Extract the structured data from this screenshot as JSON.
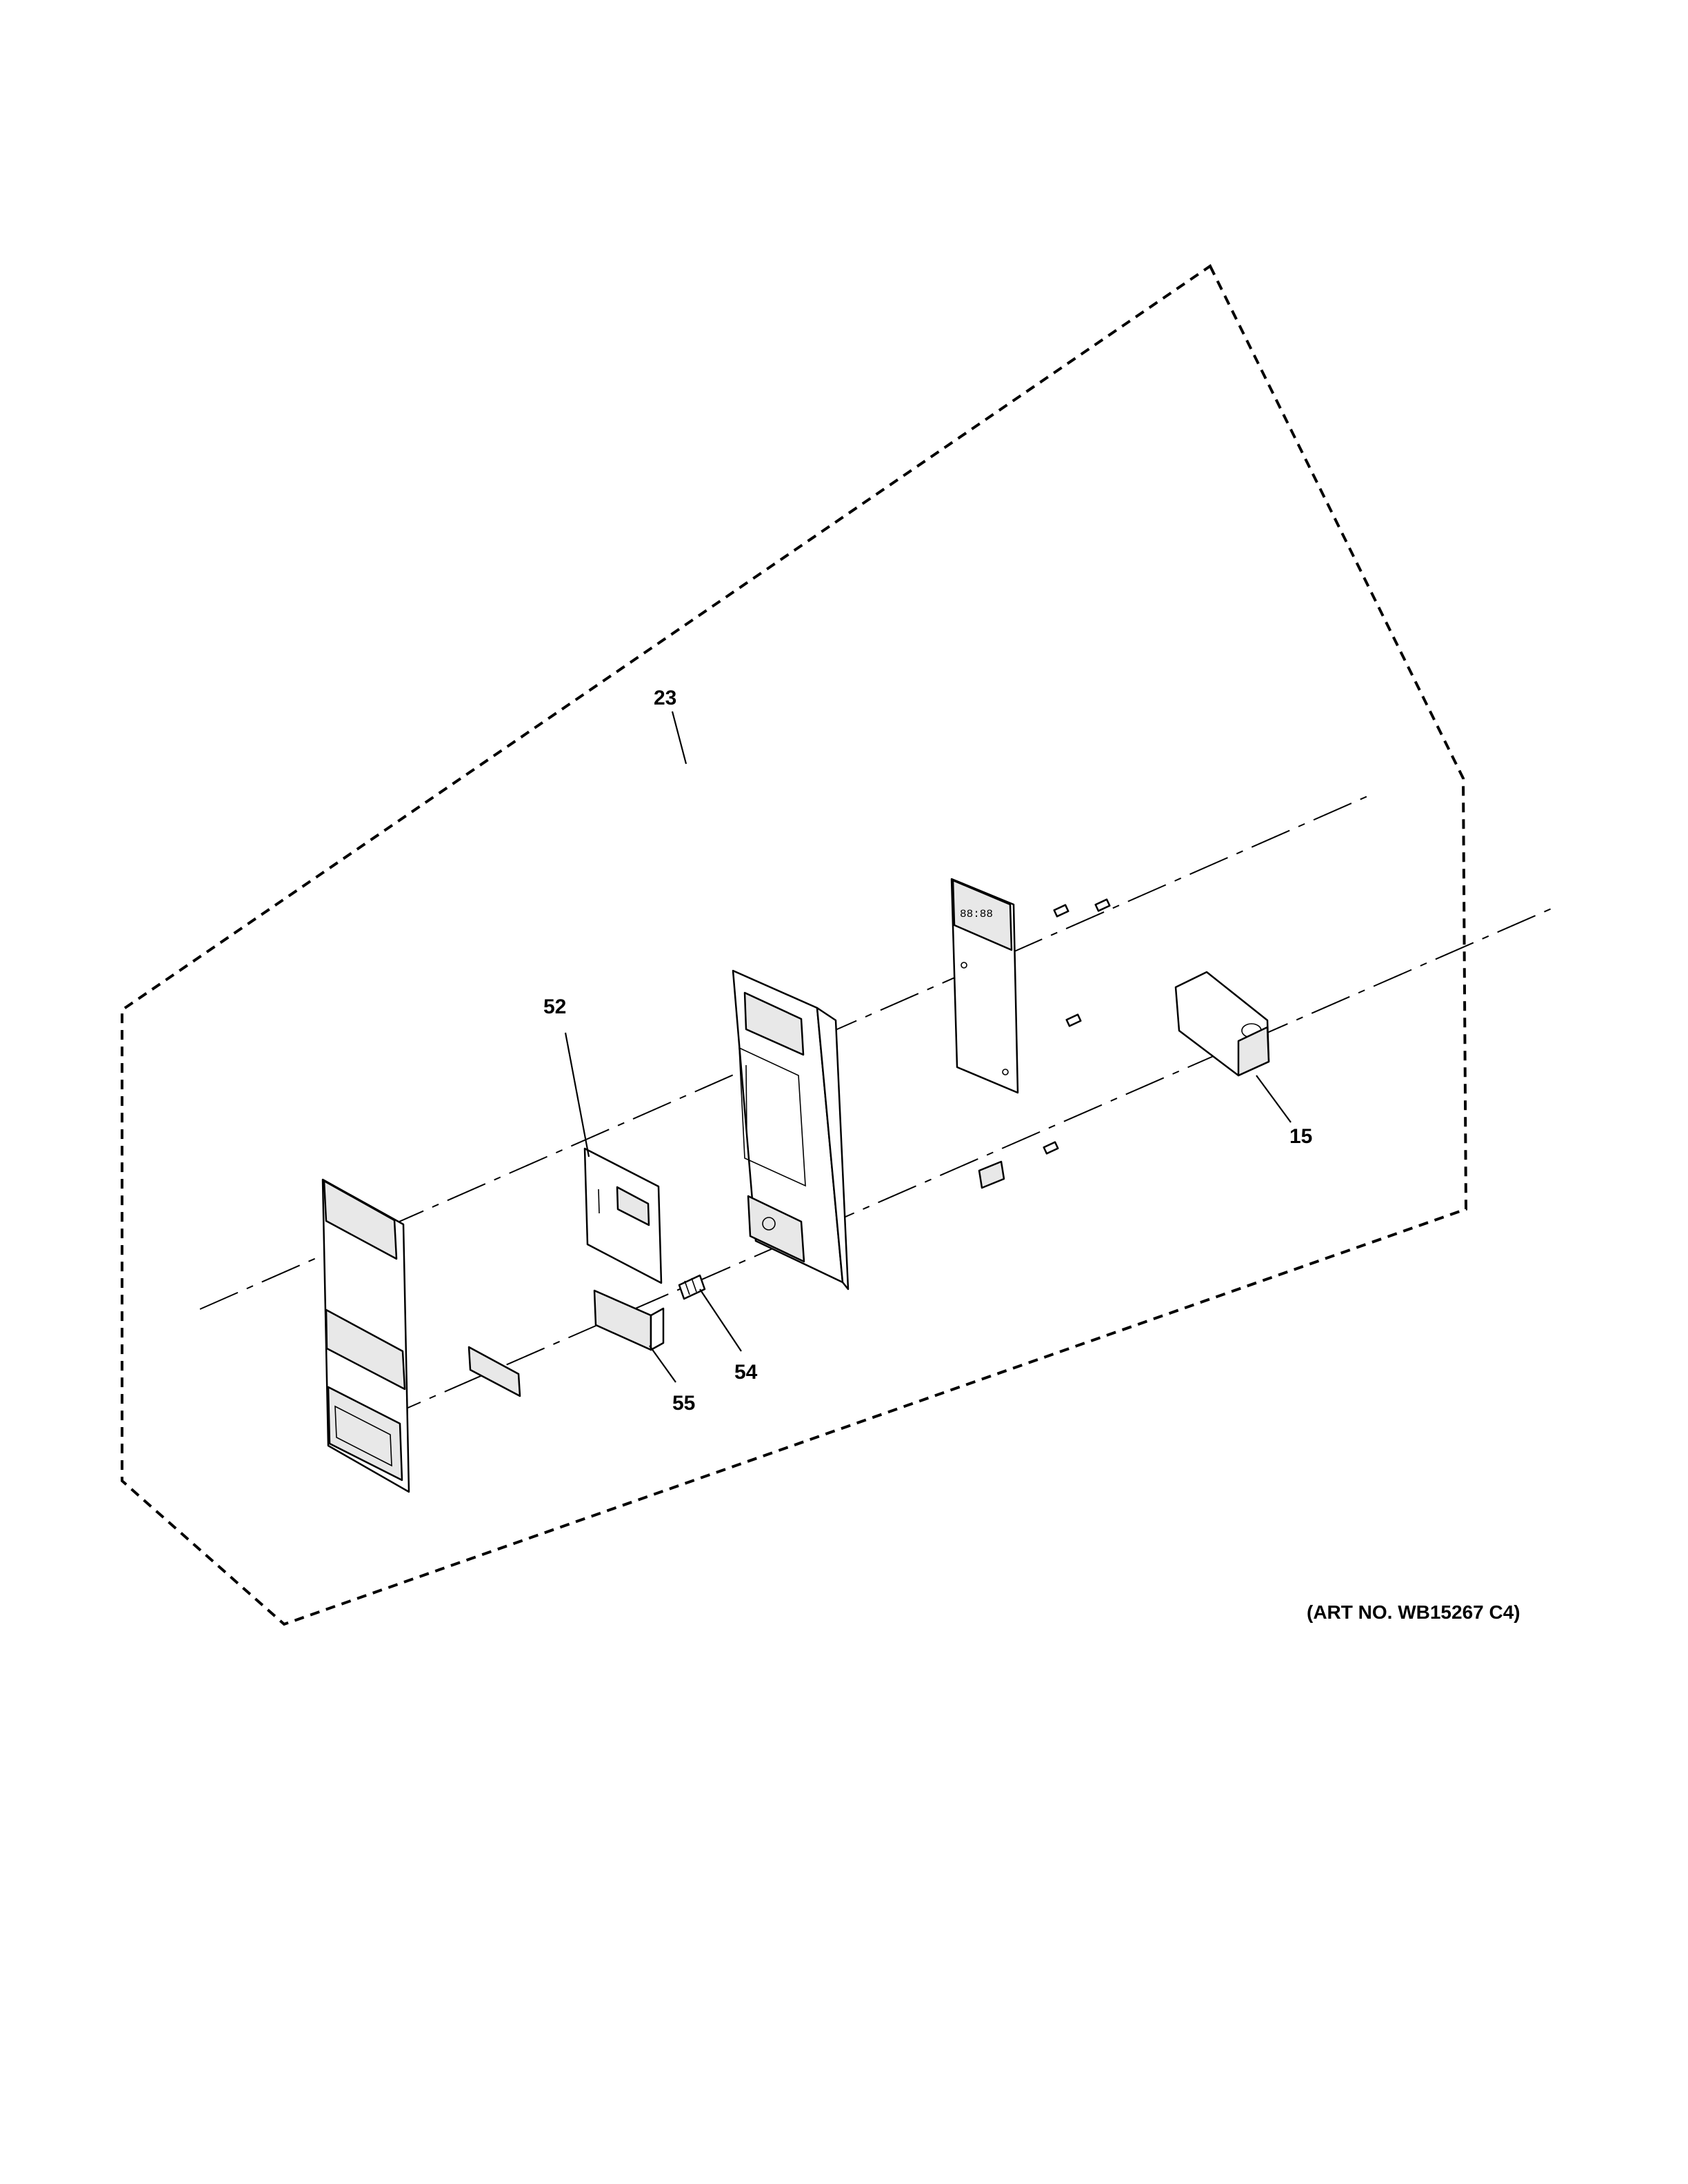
{
  "diagram": {
    "callouts": {
      "assembly": "23",
      "control_panel_overlay": "52",
      "door_latch": "15",
      "spring": "54",
      "push_button": "55"
    },
    "art_number": "(ART NO. WB15267 C4)"
  }
}
